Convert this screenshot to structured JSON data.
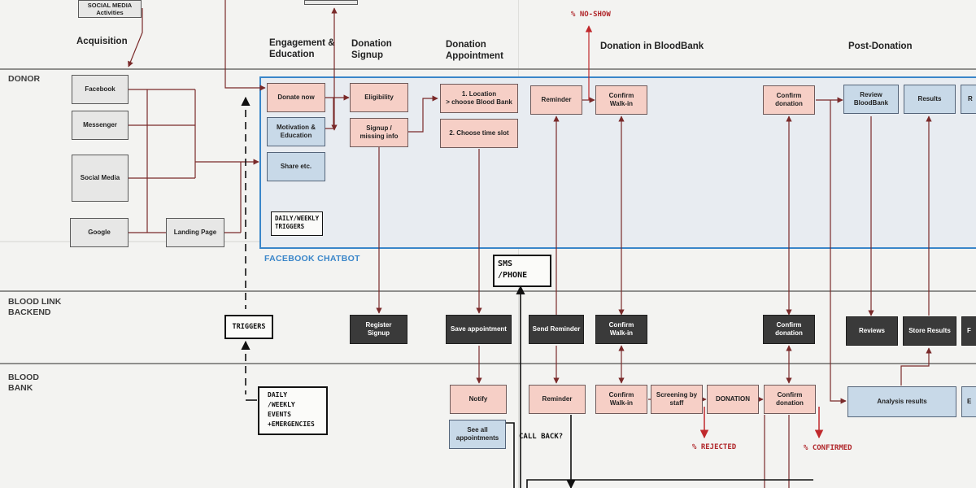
{
  "lanes": {
    "donor": "DONOR",
    "backend": "BLOOD LINK\nBACKEND",
    "bloodbank": "BLOOD\nBANK"
  },
  "phases": {
    "acquisition": "Acquisition",
    "engagement": "Engagement &\nEducation",
    "signup": "Donation\nSignup",
    "appointment": "Donation\nAppointment",
    "in_bloodbank": "Donation in BloodBank",
    "post": "Post-Donation"
  },
  "chatbot_label": "FACEBOOK CHATBOT",
  "acquisition_boxes": {
    "top_partial": "SOCIAL MEDIA\nActivities",
    "facebook": "Facebook",
    "messenger": "Messenger",
    "social_media": "Social Media",
    "google": "Google",
    "landing_page": "Landing Page"
  },
  "chatbot_boxes": {
    "donate_now": "Donate now",
    "motivation": "Motivation &\nEducation",
    "share": "Share etc.",
    "eligibility": "Eligibility",
    "signup_missing": "Signup /\nmissing info",
    "location": "1. Location\n> choose Blood Bank",
    "time_slot": "2. Choose time slot",
    "reminder": "Reminder",
    "confirm_walkin": "Confirm\nWalk-in",
    "confirm_donation": "Confirm\ndonation",
    "review_bloodbank": "Review\nBloodBank",
    "results": "Results",
    "partial_r": "R"
  },
  "backend_boxes": {
    "register_signup": "Register\nSignup",
    "save_appointment": "Save appointment",
    "send_reminder": "Send Reminder",
    "confirm_walkin": "Confirm\nWalk-in",
    "confirm_donation": "Confirm\ndonation",
    "reviews": "Reviews",
    "store_results": "Store Results",
    "partial_f": "F"
  },
  "bloodbank_boxes": {
    "notify": "Notify",
    "see_all": "See all\nappointments",
    "reminder": "Reminder",
    "confirm_walkin": "Confirm\nWalk-in",
    "screening": "Screening by\nstaff",
    "donation": "DONATION",
    "confirm_donation": "Confirm\ndonation",
    "analysis": "Analysis results",
    "partial_e": "E"
  },
  "handwritten": {
    "daily_triggers": "DAILY/WEEKLY\nTRIGGERS",
    "sms_phone": "SMS\n/PHONE",
    "triggers": "TRIGGERS",
    "daily_events": "DAILY\n/WEEKLY\nEVENTS\n+EMERGENCIES",
    "call_back": "CALL BACK?",
    "no_show": "% NO-SHOW",
    "rejected": "% REJECTED",
    "confirmed": "% CONFIRMED"
  },
  "colors": {
    "chatbot_border": "#3a86c9",
    "pink_box": "#f6cfc6",
    "blue_box": "#c8d9e8",
    "dark_box": "#3a3a3a",
    "grey_box": "#e7e7e6",
    "connector": "#7a2a2a",
    "handwriting_red": "#b0262a"
  }
}
